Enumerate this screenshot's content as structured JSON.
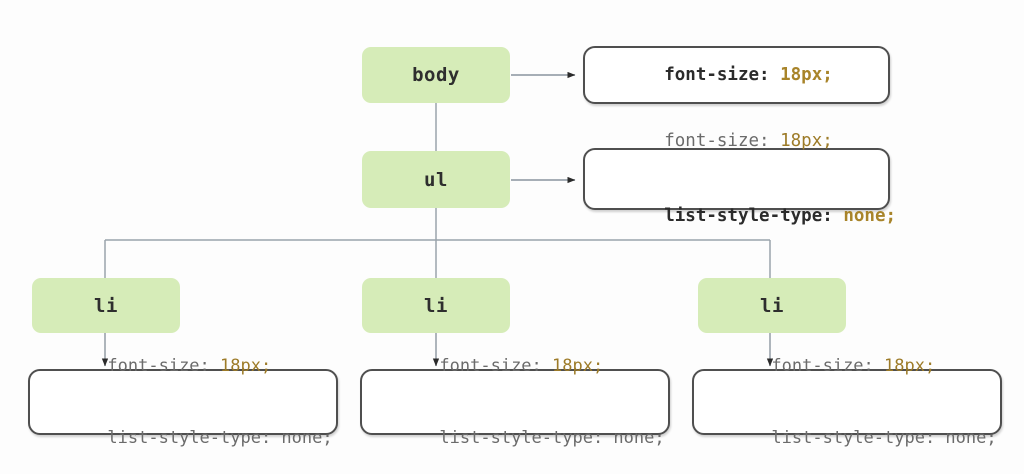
{
  "diagram": {
    "type": "css-inheritance-tree",
    "title": "CSS inheritance tree: body > ul > li",
    "colors": {
      "node_fill": "#d6ecb8",
      "box_border": "#4f4f4f",
      "box_fill": "#ffffff",
      "value_accent": "#a8842a",
      "declared_text": "#2b2b2b",
      "inherited_text": "#6b6b6b",
      "edge": "#9aa3ab",
      "arrowhead": "#2b2b2b",
      "background": "#fdfdfd"
    },
    "nodes": [
      {
        "id": "body",
        "label": "body",
        "level": 0
      },
      {
        "id": "ul",
        "label": "ul",
        "level": 1
      },
      {
        "id": "li1",
        "label": "li",
        "level": 2
      },
      {
        "id": "li2",
        "label": "li",
        "level": 2
      },
      {
        "id": "li3",
        "label": "li",
        "level": 2
      }
    ],
    "boxes": {
      "body": {
        "lines": [
          {
            "prop": "font-size:",
            "value": " 18px;",
            "state": "declared"
          }
        ]
      },
      "ul": {
        "lines": [
          {
            "prop": "font-size:",
            "value": " 18px;",
            "state": "inherited"
          },
          {
            "prop": "list-style-type:",
            "value": " none;",
            "state": "declared"
          }
        ]
      },
      "li1": {
        "lines": [
          {
            "prop": "font-size:",
            "value": " 18px;",
            "state": "inherited"
          },
          {
            "prop": "list-style-type:",
            "value": " none;",
            "state": "inherited"
          }
        ]
      },
      "li2": {
        "lines": [
          {
            "prop": "font-size:",
            "value": " 18px;",
            "state": "inherited"
          },
          {
            "prop": "list-style-type:",
            "value": " none;",
            "state": "inherited"
          }
        ]
      },
      "li3": {
        "lines": [
          {
            "prop": "font-size:",
            "value": " 18px;",
            "state": "inherited"
          },
          {
            "prop": "list-style-type:",
            "value": " none;",
            "state": "inherited"
          }
        ]
      }
    }
  }
}
